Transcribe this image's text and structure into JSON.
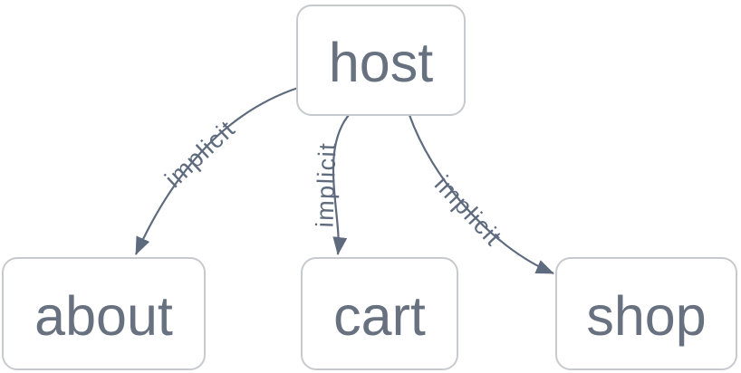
{
  "diagram": {
    "type": "directed-graph",
    "nodes": [
      {
        "id": "host",
        "label": "host"
      },
      {
        "id": "about",
        "label": "about"
      },
      {
        "id": "cart",
        "label": "cart"
      },
      {
        "id": "shop",
        "label": "shop"
      }
    ],
    "edges": [
      {
        "from": "host",
        "to": "about",
        "label": "implicit"
      },
      {
        "from": "host",
        "to": "cart",
        "label": "implicit"
      },
      {
        "from": "host",
        "to": "shop",
        "label": "implicit"
      }
    ]
  },
  "colors": {
    "canvas-bg": "#ffffff",
    "node-border": "#c6c9cd",
    "node-text": "#68717f",
    "edge": "#5e6a7d"
  }
}
